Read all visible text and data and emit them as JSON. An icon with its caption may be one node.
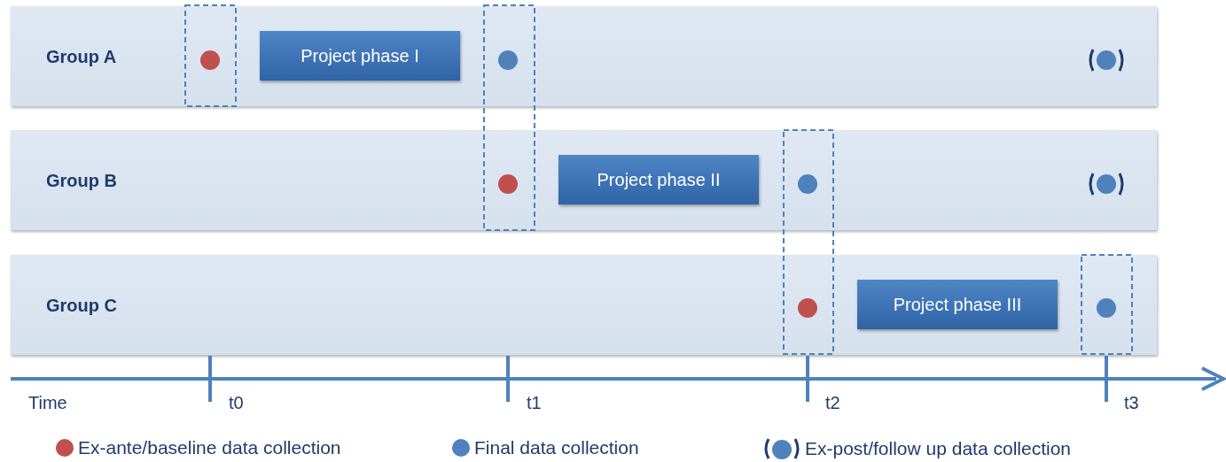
{
  "diagram": {
    "nodes": [
      {
        "text": [
          "Group A"
        ]
      },
      {
        "text": [
          "Project phase I"
        ],
        "in": 0
      },
      {
        "text": [
          "Group B"
        ]
      },
      {
        "text": [
          "Project phase II"
        ],
        "in": 2
      },
      {
        "text": [
          "Group C"
        ]
      },
      {
        "text": [
          "Project phase III"
        ],
        "in": 4
      }
    ],
    "labels": [
      "Time",
      "t0",
      "t1",
      "t2",
      "t3"
    ],
    "legend": [
      {
        "text": "Ex-ante/baseline data collection",
        "color": "#c0504d"
      },
      {
        "text": "Final data collection",
        "color": "#4f81bd"
      },
      {
        "text": "Ex-post/follow up data collection"
      }
    ]
  }
}
